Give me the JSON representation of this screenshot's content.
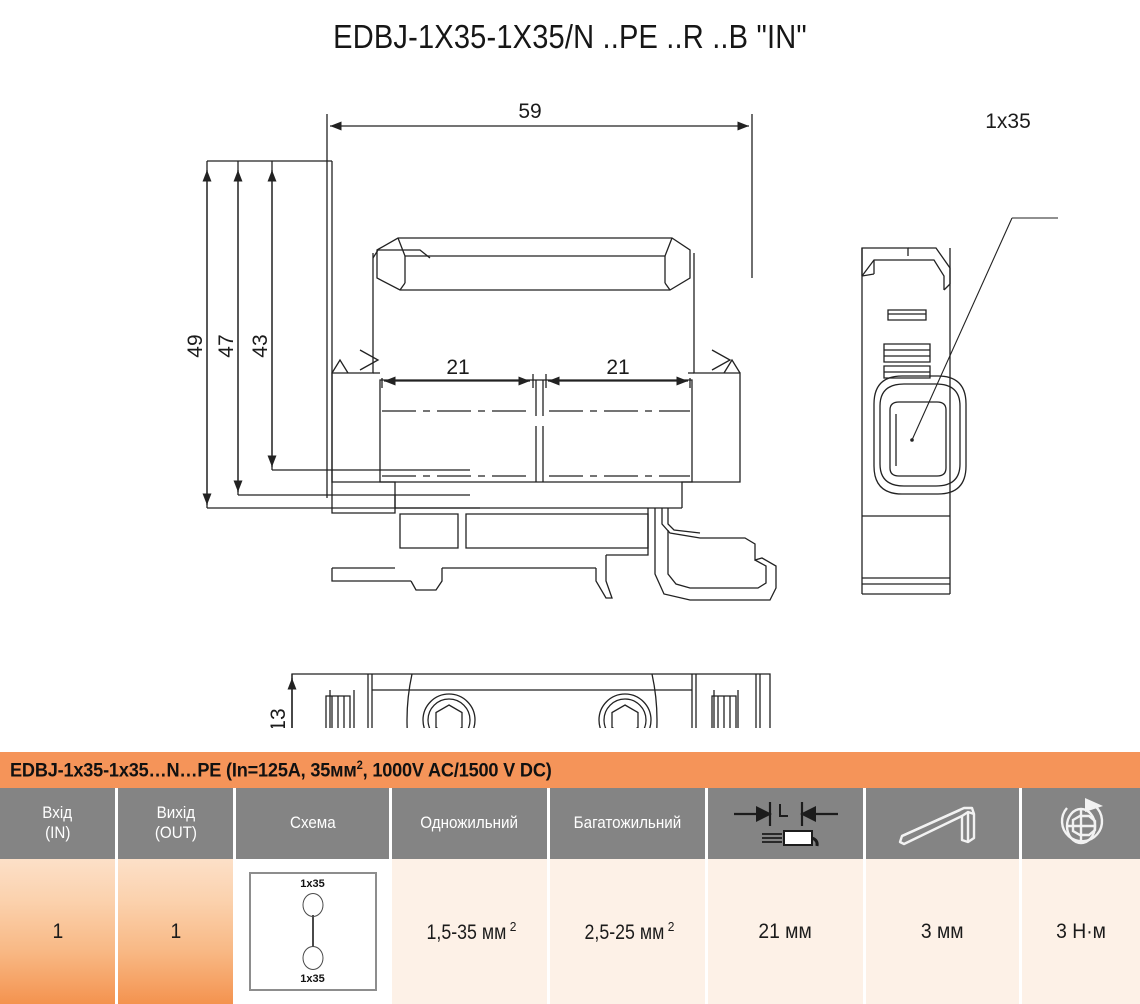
{
  "title": "EDBJ-1X35-1X35/N ..PE ..R ..B \"IN\"",
  "drawing": {
    "front_view": {
      "dim_width_59": "59",
      "dim_left_21": "21",
      "dim_right_21": "21",
      "dim_height_49": "49",
      "dim_height_47": "47",
      "dim_height_43": "43"
    },
    "side_view": {
      "callout_1x35": "1x35"
    },
    "top_view": {
      "dim_height_13": "13"
    }
  },
  "table": {
    "header_title_pre": "EDBJ-1x35-1x35…N…PE (In=125A, 35мм",
    "header_title_sup": "2",
    "header_title_post": ", 1000V AC/1500 V DC)",
    "columns": [
      {
        "label_line1": "Вхід",
        "label_line2": "(IN)",
        "icon": null
      },
      {
        "label_line1": "Вихід",
        "label_line2": "(OUT)",
        "icon": null
      },
      {
        "label_line1": "Схема",
        "label_line2": "",
        "icon": null
      },
      {
        "label_line1": "Одножильний",
        "label_line2": "",
        "icon": null
      },
      {
        "label_line1": "Багатожильний",
        "label_line2": "",
        "icon": null
      },
      {
        "label_line1": "",
        "label_line2": "",
        "icon": "strip-length-icon"
      },
      {
        "label_line1": "",
        "label_line2": "",
        "icon": "hex-key-icon"
      },
      {
        "label_line1": "",
        "label_line2": "",
        "icon": "torque-icon"
      }
    ],
    "row": {
      "in_count": "1",
      "out_count": "1",
      "schema_top_label": "1x35",
      "schema_bottom_label": "1x35",
      "single_core_pre": "1,5-35 мм",
      "single_core_sup": "2",
      "multi_core_pre": "2,5-25 мм",
      "multi_core_sup": "2",
      "strip_length": "21 мм",
      "hex_key": "3 мм",
      "torque": "3 Н·м"
    }
  },
  "colors": {
    "accent_orange": "#f59459",
    "header_gray": "#848484",
    "row_cream": "#fdf1e7",
    "line": "#222222"
  }
}
